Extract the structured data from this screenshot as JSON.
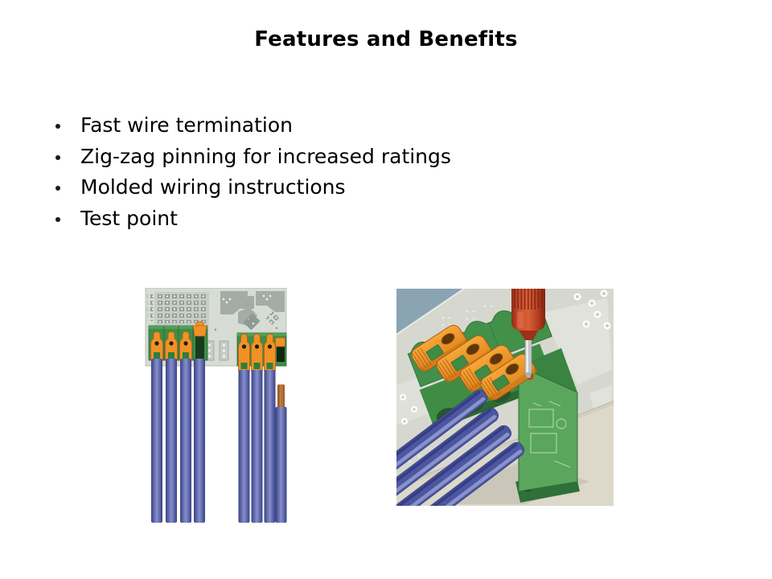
{
  "slide": {
    "title": "Features and Benefits",
    "bullets": [
      "Fast wire termination",
      "Zig-zag pinning for increased ratings",
      "Molded wiring instructions",
      "Test point"
    ]
  },
  "figures": {
    "left_photo": "Circuit board with two push-in terminal blocks, blue wires and one stripped wire",
    "right_photo": "Screwdriver pressing the test point of a green terminal block with orange levers and blue wires"
  },
  "colors": {
    "lever_orange": "#EF9226",
    "block_green": "#3E8D48",
    "wire_blue": "#4D57A2",
    "screwdriver_red": "#C2452A",
    "copper": "#C07A3C",
    "pcb_gray": "#D6D8D0"
  }
}
